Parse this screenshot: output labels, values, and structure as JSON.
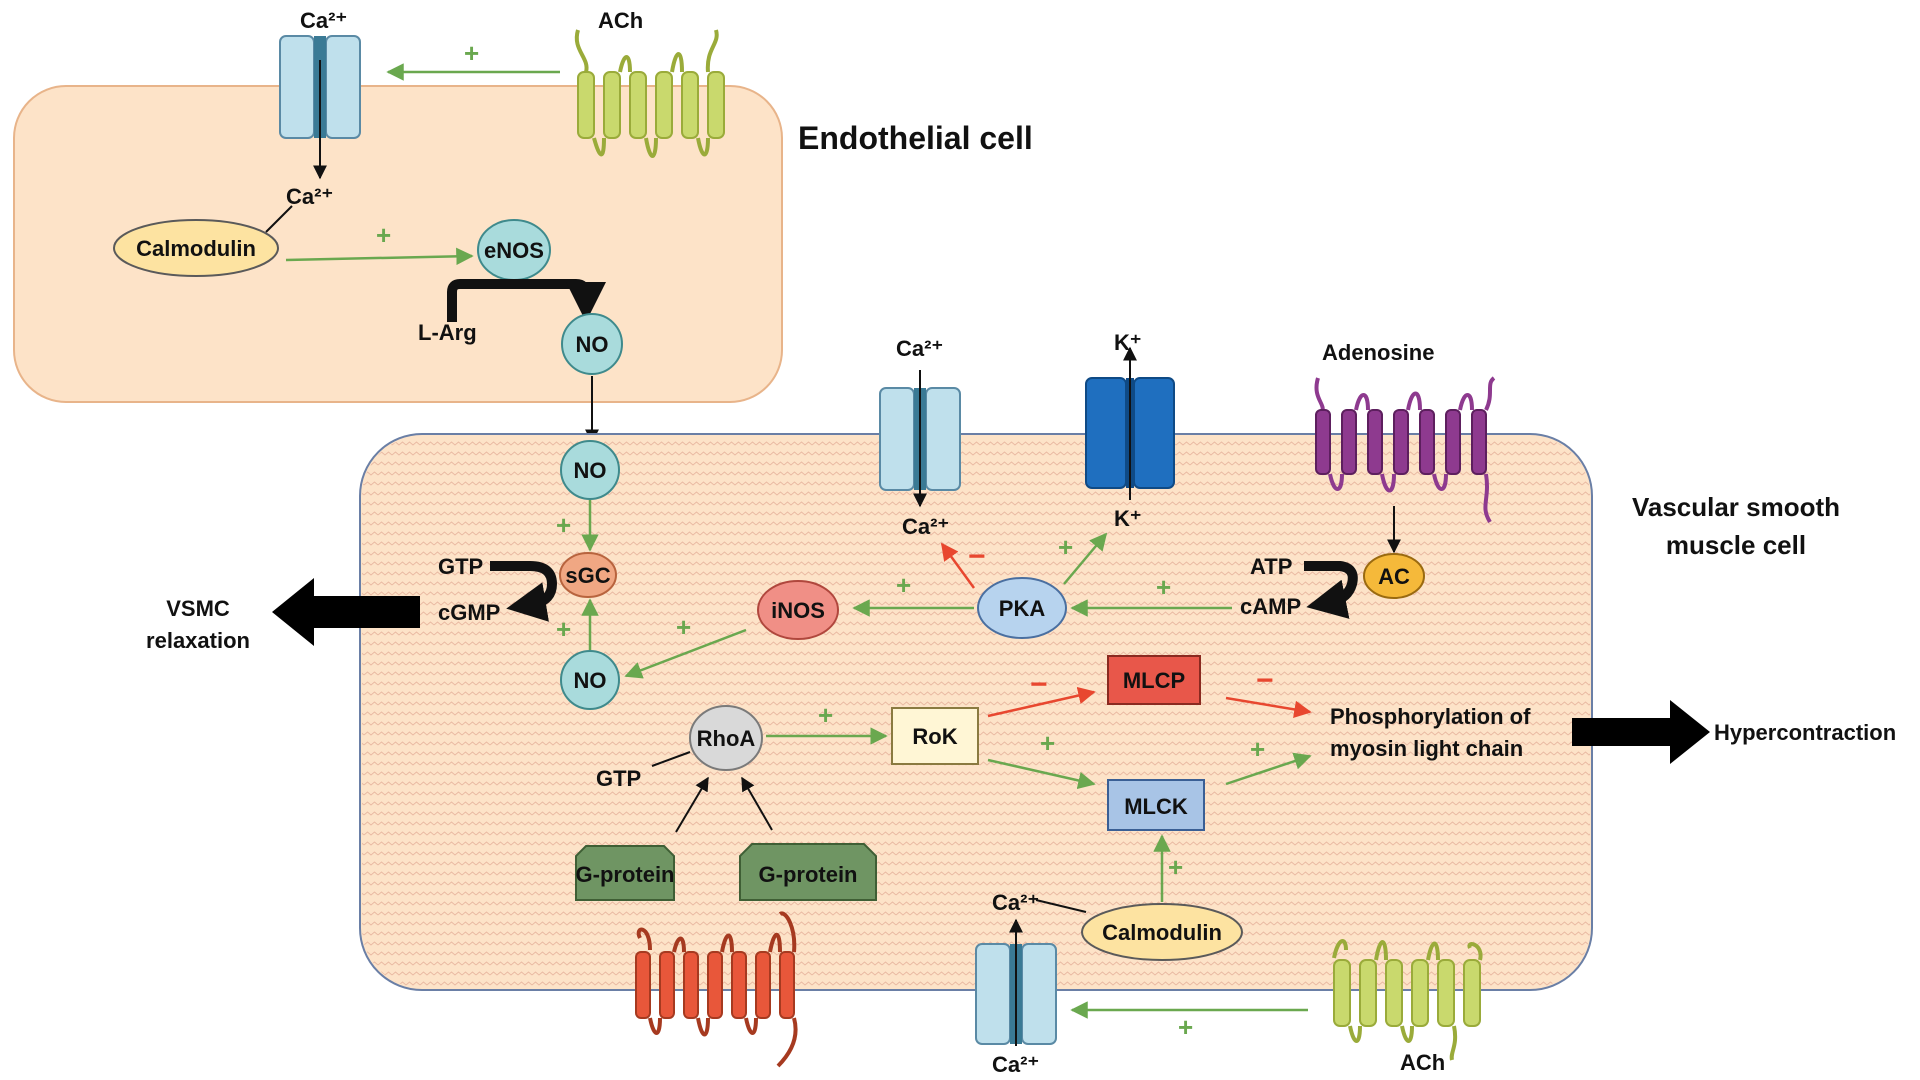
{
  "colors": {
    "cell_fill": "#fde3c8",
    "cell_border": "#e8b48a",
    "vsmc_border": "#6a7fa6",
    "activation": "#6aa84f",
    "inhibition": "#e8472f",
    "channel_light": "#bfe0ec",
    "channel_blue": "#1f6fbf",
    "no_node": "#a9dbdc",
    "calmodulin": "#fde3a1",
    "sgc": "#f0a783",
    "inos": "#f08f86",
    "pka": "#b7d3ee",
    "ac": "#f5b93a",
    "rhoa": "#d9d9d9",
    "mlcp": "#e8574a",
    "mlck": "#a8c4e6",
    "rok": "#fff6d5",
    "gprotein": "#6f9563",
    "receptor_ach": "#c9d96d",
    "receptor_adenosine": "#8e3a8f",
    "receptor_gpcr_red": "#e8573a",
    "big_arrow": "#000000"
  },
  "endothelial": {
    "title": "Endothelial cell",
    "ca_top": "Ca²⁺",
    "ach": "ACh",
    "ca_inside": "Ca²⁺",
    "calmodulin": "Calmodulin",
    "enos": "eNOS",
    "larg": "L-Arg",
    "no": "NO"
  },
  "vsmc": {
    "title_line1": "Vascular smooth",
    "title_line2": "muscle cell",
    "no_top": "NO",
    "no_bottom": "NO",
    "sgc": "sGC",
    "gtp": "GTP",
    "cgmp": "cGMP",
    "inos": "iNOS",
    "pka": "PKA",
    "ca_channel_top": "Ca²⁺",
    "ca_channel_bottom": "Ca²⁺",
    "k_top": "K⁺",
    "k_bottom": "K⁺",
    "adenosine": "Adenosine",
    "atp": "ATP",
    "camp": "cAMP",
    "ac": "AC",
    "rhoa": "RhoA",
    "rhoa_gtp": "GTP",
    "gprotein1": "G-protein",
    "gprotein2": "G-protein",
    "rok": "RoK",
    "mlcp": "MLCP",
    "mlck": "MLCK",
    "phospho_line1": "Phosphorylation of",
    "phospho_line2": "myosin light chain",
    "calmodulin": "Calmodulin",
    "ca_bottom_in": "Ca²⁺",
    "ca_bottom_out": "Ca²⁺",
    "ach_bottom": "ACh"
  },
  "outputs": {
    "relaxation_line1": "VSMC",
    "relaxation_line2": "relaxation",
    "hypercontraction": "Hypercontraction"
  },
  "signs": {
    "plus": "+",
    "minus": "−"
  }
}
